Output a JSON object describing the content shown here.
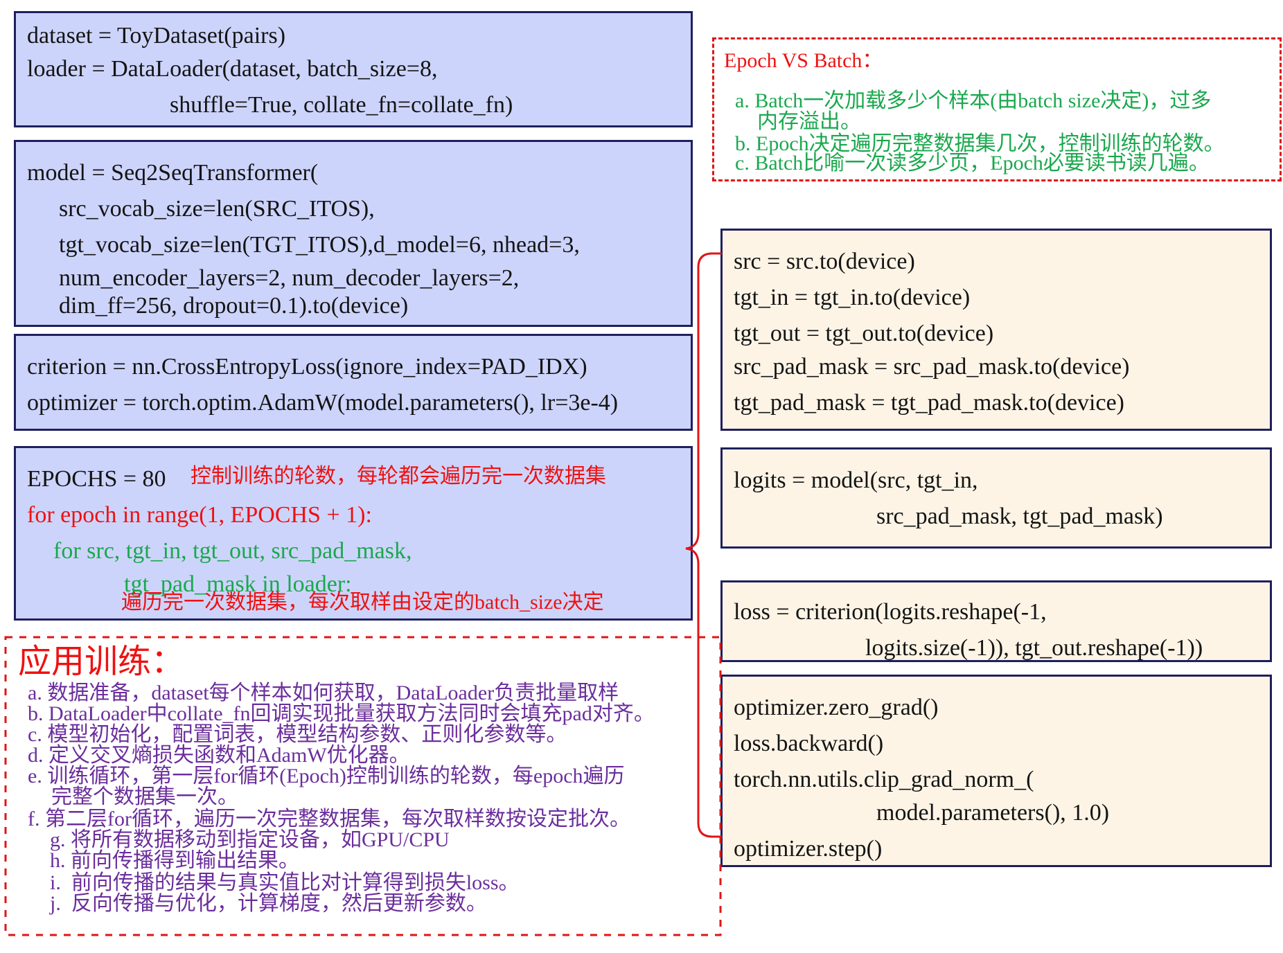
{
  "left_code": {
    "dataset_block": [
      "dataset = ToyDataset(pairs)",
      "loader = DataLoader(dataset, batch_size=8,",
      "shuffle=True, collate_fn=collate_fn)"
    ],
    "model_block": [
      "model = Seq2SeqTransformer(",
      "src_vocab_size=len(SRC_ITOS),",
      "tgt_vocab_size=len(TGT_ITOS),d_model=6, nhead=3,",
      "num_encoder_layers=2, num_decoder_layers=2,",
      "dim_ff=256, dropout=0.1).to(device)"
    ],
    "optim_block": [
      "criterion = nn.CrossEntropyLoss(ignore_index=PAD_IDX)",
      "optimizer = torch.optim.AdamW(model.parameters(), lr=3e-4)"
    ],
    "loop_block": {
      "epochs_line": "EPOCHS = 80",
      "epochs_note": "控制训练的轮数，每轮都会遍历完一次数据集",
      "for_epoch": "for epoch in range(1, EPOCHS + 1):",
      "for_batch_1": "for src, tgt_in, tgt_out, src_pad_mask,",
      "for_batch_2": "tgt_pad_mask in loader:",
      "batch_note": "遍历完一次数据集，每次取样由设定的batch_size决定"
    }
  },
  "right_code": {
    "device_block": [
      "src = src.to(device)",
      "tgt_in = tgt_in.to(device)",
      "tgt_out = tgt_out.to(device)",
      "src_pad_mask = src_pad_mask.to(device)",
      "tgt_pad_mask = tgt_pad_mask.to(device)"
    ],
    "forward_block": [
      "logits = model(src, tgt_in,",
      "src_pad_mask, tgt_pad_mask)"
    ],
    "loss_block": [
      "loss = criterion(logits.reshape(-1,",
      "logits.size(-1)), tgt_out.reshape(-1))"
    ],
    "backward_block": [
      "optimizer.zero_grad()",
      "loss.backward()",
      "torch.nn.utils.clip_grad_norm_(",
      "model.parameters(), 1.0)",
      "optimizer.step()"
    ]
  },
  "epoch_vs_batch": {
    "title": "Epoch VS Batch：",
    "items": [
      "a. Batch一次加载多少个样本(由batch size决定)，过多",
      "内存溢出。",
      "b. Epoch决定遍历完整数据集几次，控制训练的轮数。",
      "c. Batch比喻一次读多少页，Epoch必要读书读几遍。"
    ]
  },
  "training_notes": {
    "title": "应用训练：",
    "items": [
      "a. 数据准备，dataset每个样本如何获取，DataLoader负责批量取样",
      "b. DataLoader中collate_fn回调实现批量获取方法同时会填充pad对齐。",
      "c. 模型初始化，配置词表，模型结构参数、正则化参数等。",
      "d. 定义交叉熵损失函数和AdamW优化器。",
      "e. 训练循环，第一层for循环(Epoch)控制训练的轮数，每epoch遍历",
      "完整个数据集一次。",
      "f. 第二层for循环，遍历一次完整数据集，每次取样数按设定批次。",
      "g. 将所有数据移动到指定设备，如GPU/CPU",
      "h. 前向传播得到输出结果。",
      "i.  前向传播的结果与真实值比对计算得到损失loss。",
      "j.  反向传播与优化，计算梯度，然后更新参数。"
    ]
  },
  "colors": {
    "code_box_blue": "#cdd4fb",
    "code_box_cream": "#fdf4e6",
    "box_border": "#1f1f5e",
    "highlight_red": "#ee1111",
    "highlight_green": "#1aa84d",
    "note_purple": "#6b2e9c"
  }
}
